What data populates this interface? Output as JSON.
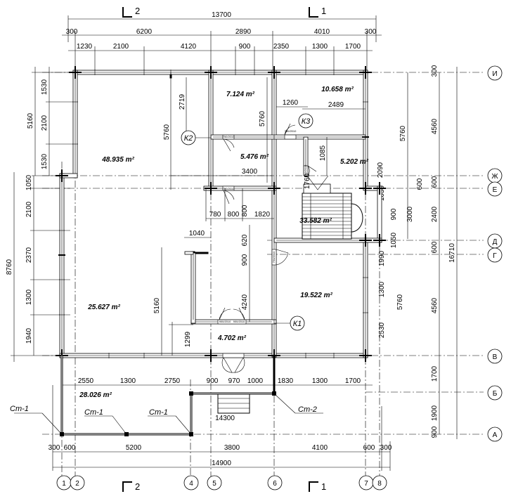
{
  "dims_top": {
    "overall": "13700",
    "row2": [
      "300",
      "6200",
      "2890",
      "4010",
      "300"
    ],
    "row3": [
      "1230",
      "2100",
      "4120",
      "900",
      "2350",
      "1300",
      "1700"
    ]
  },
  "dims_bottom": {
    "row1": [
      "2550",
      "1300",
      "2750",
      "900",
      "970",
      "1000",
      "1830",
      "1300",
      "1700"
    ],
    "row2": [
      "300",
      "600",
      "5200",
      "3800",
      "4100",
      "600",
      "300"
    ],
    "overall": "14900",
    "veranda_span": "14300"
  },
  "dims_left": {
    "outer": [
      "5160",
      "8760"
    ],
    "inner": [
      "1530",
      "2100",
      "1530",
      "1050",
      "2100",
      "2370",
      "1300",
      "1940"
    ]
  },
  "dims_right": {
    "inner": [
      "300",
      "5760",
      "2090",
      "600",
      "1050",
      "3000",
      "1300",
      "2530"
    ],
    "mid": [
      "4560",
      "2400",
      "600",
      "4560",
      "1700",
      "1900",
      "900"
    ],
    "overall": "16710",
    "stair": [
      "600",
      "900",
      "1050",
      "1990",
      "5760"
    ]
  },
  "dims_interior": {
    "d2719": "2719",
    "d5760a": "5760",
    "d5760b": "5760",
    "d1260": "1260",
    "d2489": "2489",
    "d1085": "1085",
    "d1760": "1760",
    "d3400": "3400",
    "d780": "780",
    "d800a": "800",
    "d800b": "800",
    "d1820": "1820",
    "d1040": "1040",
    "d620": "620",
    "d900": "900",
    "d5160": "5160",
    "d4240": "4240",
    "d1299": "1299"
  },
  "rooms": [
    {
      "id": "r1",
      "area": "7.124 m²"
    },
    {
      "id": "r2",
      "area": "10.658 m²"
    },
    {
      "id": "r3",
      "area": "48.935 m²"
    },
    {
      "id": "r4",
      "area": "5.476 m²"
    },
    {
      "id": "r5",
      "area": "5.202 m²"
    },
    {
      "id": "r6",
      "area": "33.582 m²"
    },
    {
      "id": "r7",
      "area": "25.627 m²"
    },
    {
      "id": "r8",
      "area": "19.522 m²"
    },
    {
      "id": "r9",
      "area": "4.702 m²"
    },
    {
      "id": "r10",
      "area": "28.026 m²"
    }
  ],
  "columns": [
    "Ст-1",
    "Ст-1",
    "Ст-1",
    "Ст-2"
  ],
  "markers": [
    "К1",
    "К2",
    "К3"
  ],
  "axes_bottom": [
    "1",
    "2",
    "4",
    "5",
    "6",
    "7",
    "8"
  ],
  "axes_right": [
    "И",
    "Ж",
    "Е",
    "Д",
    "Г",
    "В",
    "Б",
    "А"
  ],
  "sections": [
    "2",
    "1",
    "2",
    "1"
  ],
  "doors": [
    "750/2010",
    "750/2010",
    "750/2010",
    "750/2010",
    "750/2010",
    "900/2010",
    "900/2010"
  ]
}
